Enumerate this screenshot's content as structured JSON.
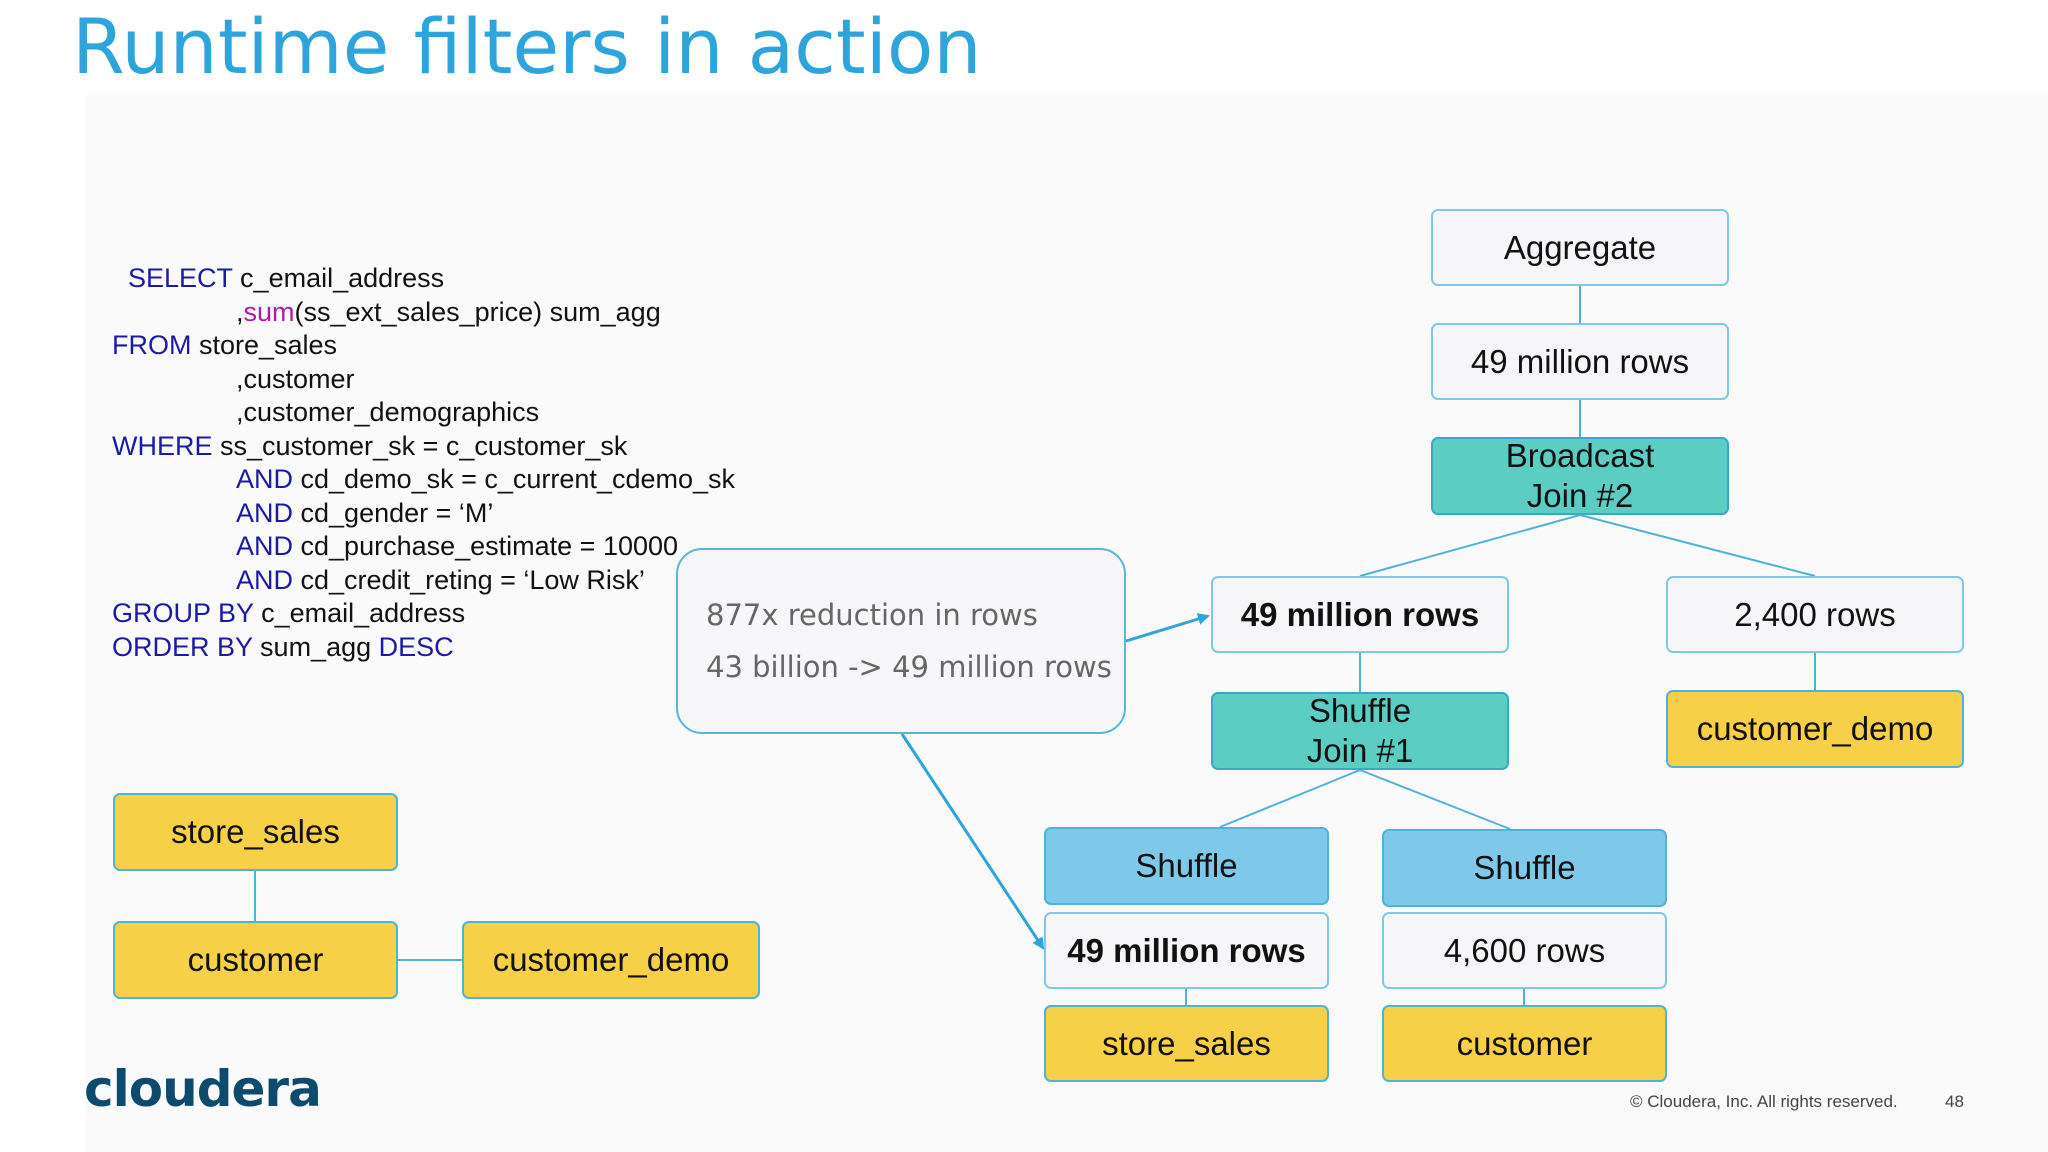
{
  "title": "Runtime filters in action",
  "sql_lines": [
    {
      "indent": 16,
      "parts": [
        {
          "t": "SELECT",
          "c": "kw"
        },
        {
          "t": " c_email_address",
          "c": ""
        }
      ]
    },
    {
      "indent": 124,
      "parts": [
        {
          "t": ",",
          "c": ""
        },
        {
          "t": "sum",
          "c": "fn"
        },
        {
          "t": "(ss_ext_sales_price) sum_agg",
          "c": ""
        }
      ]
    },
    {
      "indent": 0,
      "parts": [
        {
          "t": "FROM",
          "c": "kw"
        },
        {
          "t": " store_sales",
          "c": ""
        }
      ]
    },
    {
      "indent": 124,
      "parts": [
        {
          "t": ",customer",
          "c": ""
        }
      ]
    },
    {
      "indent": 124,
      "parts": [
        {
          "t": ",customer_demographics",
          "c": ""
        }
      ]
    },
    {
      "indent": 0,
      "parts": [
        {
          "t": "WHERE",
          "c": "kw"
        },
        {
          "t": " ss_customer_sk = c_customer_sk",
          "c": ""
        }
      ]
    },
    {
      "indent": 124,
      "parts": [
        {
          "t": "AND",
          "c": "kw"
        },
        {
          "t": " cd_demo_sk = c_current_cdemo_sk",
          "c": ""
        }
      ]
    },
    {
      "indent": 124,
      "parts": [
        {
          "t": "AND",
          "c": "kw"
        },
        {
          "t": " cd_gender = ‘M’",
          "c": ""
        }
      ]
    },
    {
      "indent": 124,
      "parts": [
        {
          "t": "AND",
          "c": "kw"
        },
        {
          "t": " cd_purchase_estimate = 10000",
          "c": ""
        }
      ]
    },
    {
      "indent": 124,
      "parts": [
        {
          "t": "AND",
          "c": "kw"
        },
        {
          "t": " cd_credit_reting = ‘Low Risk’",
          "c": ""
        }
      ]
    },
    {
      "indent": 0,
      "parts": [
        {
          "t": "GROUP BY",
          "c": "kw"
        },
        {
          "t": " c_email_address",
          "c": ""
        }
      ]
    },
    {
      "indent": 0,
      "parts": [
        {
          "t": "ORDER BY",
          "c": "kw"
        },
        {
          "t": " sum_agg ",
          "c": ""
        },
        {
          "t": "DESC",
          "c": "kw"
        }
      ]
    }
  ],
  "left_tables": {
    "store_sales": "store_sales",
    "customer": "customer",
    "customer_demo": "customer_demo"
  },
  "callout": {
    "line1": "877x reduction in rows",
    "line2": "43 billion -> 49 million rows"
  },
  "plan": {
    "aggregate": "Aggregate",
    "agg_rows": "49 million rows",
    "broadcast_join": [
      "Broadcast",
      "Join #2"
    ],
    "probe_rows": "49 million rows",
    "build_rows": "2,400 rows",
    "customer_demo": "customer_demo",
    "shuffle_join": [
      "Shuffle",
      "Join #1"
    ],
    "shuffle_left": "Shuffle",
    "shuffle_right": "Shuffle",
    "store_sales_rows": "49 million rows",
    "customer_rows": "4,600 rows",
    "store_sales": "store_sales",
    "customer": "customer"
  },
  "colors": {
    "title": "#2ea4dd",
    "table_yellow": "#f6d046",
    "join_teal": "#5ccdc3",
    "shuffle_blue": "#7ec9ea",
    "keyword_blue": "#1a1aa8",
    "function_magenta": "#b01aa8"
  },
  "footer": {
    "logo": "cloudera",
    "copyright": "© Cloudera, Inc. All rights reserved.",
    "page_number": "48"
  }
}
